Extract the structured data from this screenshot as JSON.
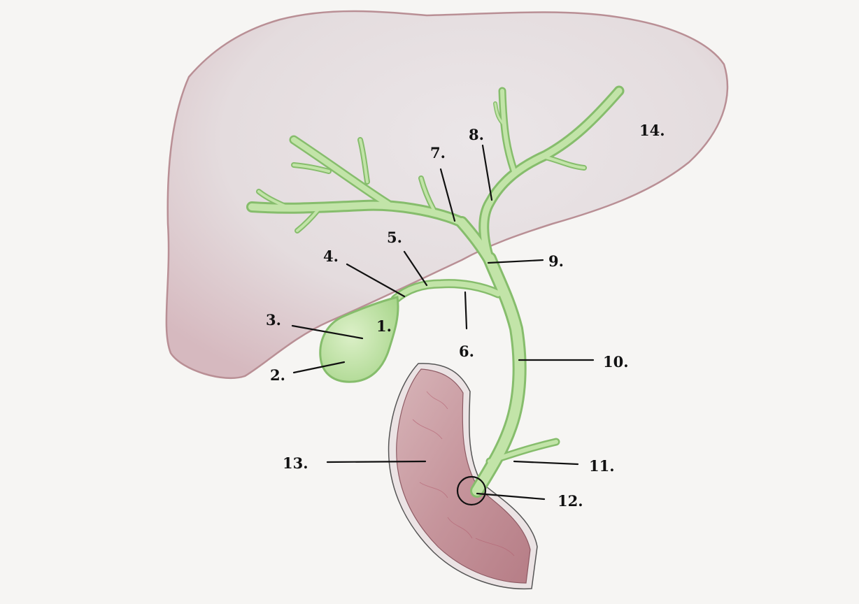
{
  "labels": {
    "l1": "1.",
    "l2": "2.",
    "l3": "3.",
    "l4": "4.",
    "l5": "5.",
    "l6": "6.",
    "l7": "7.",
    "l8": "8.",
    "l9": "9.",
    "l10": "10.",
    "l11": "11.",
    "l12": "12.",
    "l13": "13.",
    "l14": "14."
  },
  "colors": {
    "background": "#f6f5f3",
    "liver_fill": "#e7dfe0",
    "liver_outline": "#b98f95",
    "duct_fill": "#bfe3a6",
    "duct_edge": "#86bd6c",
    "duodenum_fill": "#c79aa0",
    "duodenum_wall": "#e8e0e1",
    "label_text": "#111111"
  }
}
